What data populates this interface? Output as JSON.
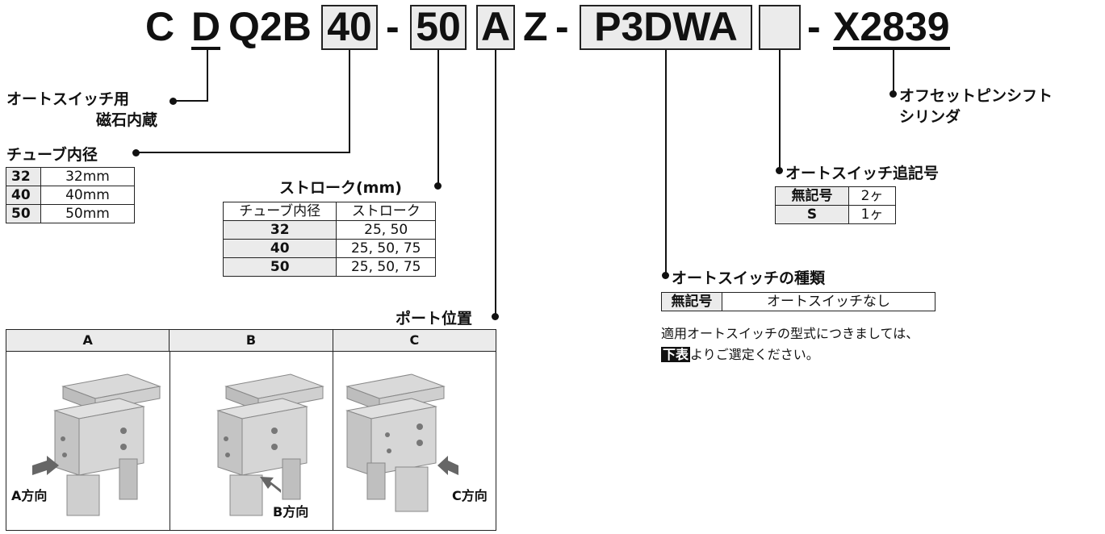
{
  "code": {
    "c": "C",
    "d": "D",
    "q2b": "Q2B",
    "bore": "40",
    "dash1": "-",
    "stroke": "50",
    "port": "A",
    "z": "Z",
    "dash2": "-",
    "switch": "P3DWA",
    "qty": "",
    "dash3": "-",
    "option": "X2839"
  },
  "magnet": {
    "line1": "オートスイッチ用",
    "line2": "磁石内蔵"
  },
  "bore": {
    "title": "チューブ内径",
    "rows": [
      {
        "code": "32",
        "value": "32mm"
      },
      {
        "code": "40",
        "value": "40mm"
      },
      {
        "code": "50",
        "value": "50mm"
      }
    ]
  },
  "stroke": {
    "title": "ストローク(mm)",
    "headers": [
      "チューブ内径",
      "ストローク"
    ],
    "rows": [
      {
        "bore": "32",
        "stroke": "25, 50"
      },
      {
        "bore": "40",
        "stroke": "25, 50, 75"
      },
      {
        "bore": "50",
        "stroke": "25, 50, 75"
      }
    ]
  },
  "port": {
    "title": "ポート位置",
    "headers": [
      "A",
      "B",
      "C"
    ],
    "directions": [
      "A方向",
      "B方向",
      "C方向"
    ]
  },
  "option": {
    "line1": "オフセットピンシフト",
    "line2": "シリンダ"
  },
  "switch_qty": {
    "title": "オートスイッチ追記号",
    "rows": [
      {
        "code": "無記号",
        "value": "2ヶ"
      },
      {
        "code": "S",
        "value": "1ヶ"
      }
    ]
  },
  "switch_type": {
    "title": "オートスイッチの種類",
    "row": {
      "code": "無記号",
      "value": "オートスイッチなし"
    },
    "note1": "適用オートスイッチの型式につきましては、",
    "note2_tag": "下表",
    "note2_rest": "よりご選定ください。"
  }
}
